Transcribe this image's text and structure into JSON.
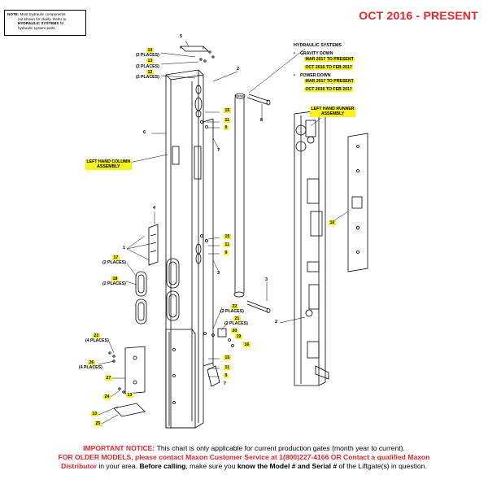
{
  "note": {
    "prefix": "NOTE:",
    "line1": "Most hydraulic components",
    "line2": "not shown for clarity. Refer to",
    "line3": "HYDRAULIC SYSTEMS",
    "line3_suffix": "for",
    "line4": "hydraulic system parts."
  },
  "title": "OCT 2016 - PRESENT",
  "hydraulic": {
    "heading": "HYDRAULIC SYSTEMS",
    "gravity_label": "GRAVITY DOWN",
    "gravity_range_1": "MAR 2017 TO PRESENT",
    "gravity_range_2": "OCT 2016 TO FEB 2017",
    "power_label": "POWER DOWN",
    "power_range_1": "MAR 2017 TO PRESENT",
    "power_range_2": "OCT 2016 TO FEB 2017",
    "bullet": "•"
  },
  "assemblies": {
    "runner_l1": "LEFT HAND RUNNER",
    "runner_l2": "ASSEMBLY",
    "column_l1": "LEFT HAND COLUMN",
    "column_l2": "ASSEMBLY"
  },
  "callouts": {
    "c5": "5",
    "c14": "14",
    "c14q": "(2 PLACES)",
    "c13a": "13",
    "c12": "12",
    "c12q": "(2 PLACES)",
    "c2a": "2",
    "c6": "6",
    "c15a": "15",
    "c11a": "11",
    "c9a": "9",
    "c7a": "7",
    "c8": "8",
    "c4": "4",
    "c1": "1",
    "c17": "17",
    "c17q": "(2 PLACES)",
    "c18": "18",
    "c18q": "(2 PLACES)",
    "c15b": "15",
    "c11b": "11",
    "c9b": "9",
    "c2b": "2",
    "c3": "3",
    "c2c": "2",
    "c10": "10",
    "c22": "22",
    "c22q": "(2 PLACES)",
    "c21": "21",
    "c21q": "(2 PLACES)",
    "c20": "20",
    "c19": "19",
    "c16": "16",
    "c23": "23",
    "c23q": "(4 PLACES)",
    "c26": "26",
    "c26q": "(4 PLACES)",
    "c27": "27",
    "c15c": "15",
    "c11c": "11",
    "c9c": "9",
    "c7b": "7",
    "c24": "24",
    "c13b": "13",
    "c13c": "13",
    "c25": "25"
  },
  "notice": {
    "important": "IMPORTANT NOTICE:",
    "important_rest": "This chart is only applicable for current production gates (month year to current).",
    "older": "FOR OLDER MODELS, please contact Maxon Customer Service at 1(800)227-4166 OR Contact a qualified Maxon",
    "distributor": "Distributor",
    "mid": "in your area.",
    "before": "Before calling",
    "mid2": ", make sure you",
    "know": "know the Model # and Serial #",
    "tail": "of the Liftgate(s) in question."
  }
}
